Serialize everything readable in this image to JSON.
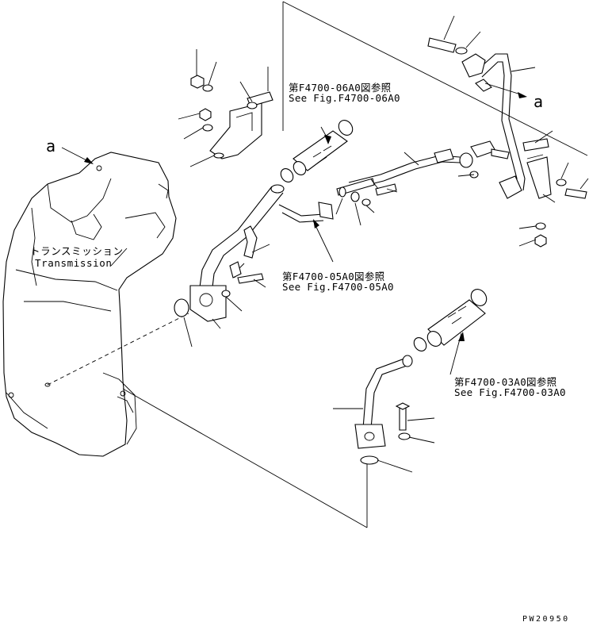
{
  "callouts": {
    "a_left": "a",
    "a_right": "a"
  },
  "transmission": {
    "label_jp": "トランスミッション",
    "label_en": "Transmission"
  },
  "references": {
    "ref_06": {
      "jp": "第F4700-06A0図参照",
      "en": "See Fig.F4700-06A0"
    },
    "ref_05": {
      "jp": "第F4700-05A0図参照",
      "en": "See Fig.F4700-05A0"
    },
    "ref_03": {
      "jp": "第F4700-03A0図参照",
      "en": "See Fig.F4700-03A0"
    }
  },
  "drawing_code": "PW20950"
}
